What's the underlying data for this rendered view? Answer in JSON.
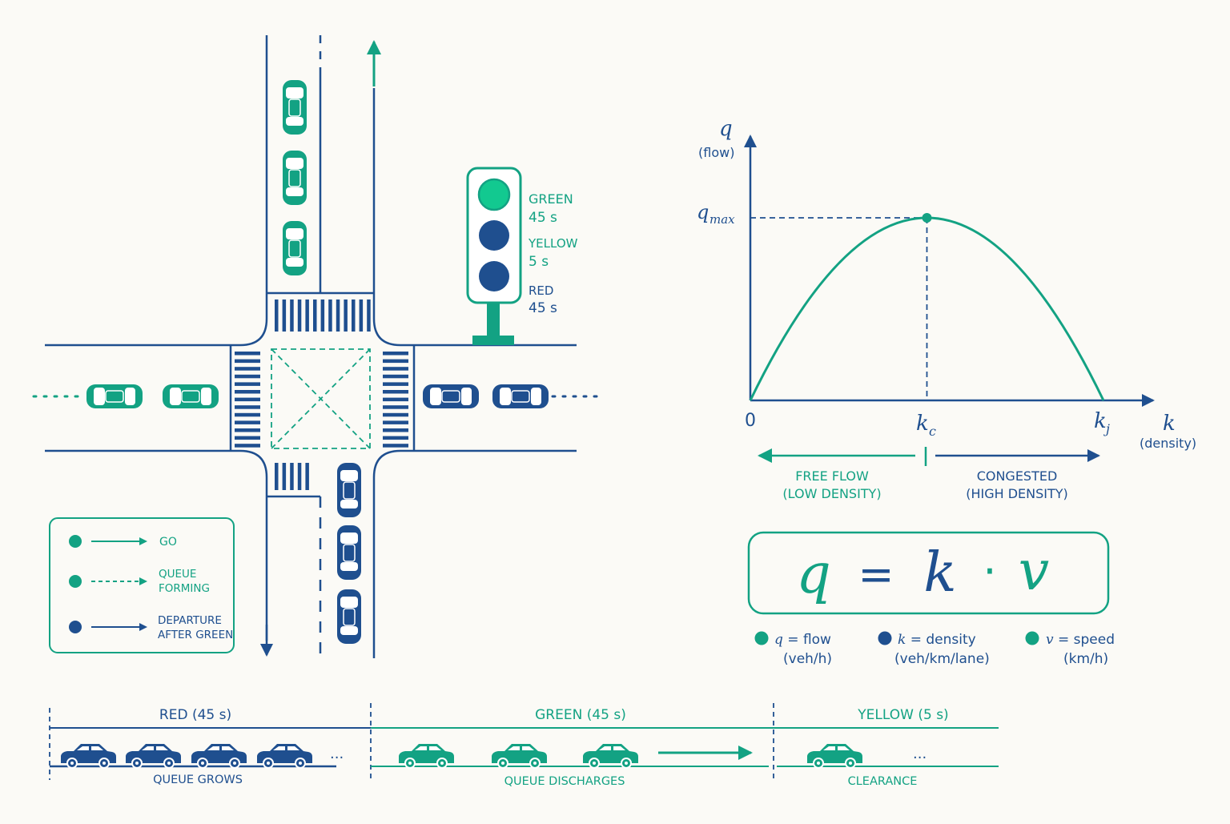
{
  "colors": {
    "green": "#13a283",
    "bright_green": "#12c990",
    "blue": "#1f4f8f",
    "bg": "#fbfaf6"
  },
  "signal": {
    "green_label": "GREEN",
    "green_time": "45 s",
    "yellow_label": "YELLOW",
    "yellow_time": "5 s",
    "red_label": "RED",
    "red_time": "45 s"
  },
  "legend": {
    "go": "GO",
    "queue_line1": "QUEUE",
    "queue_line2": "FORMING",
    "departure_line1": "DEPARTURE",
    "departure_line2": "AFTER GREEN"
  },
  "chart_data": {
    "type": "line",
    "y_symbol": "q",
    "y_label": "(flow)",
    "x_symbol": "k",
    "x_label": "(density)",
    "q_max_symbol": "q",
    "q_max_sub": "max",
    "origin": "0",
    "k_c_symbol": "k",
    "k_c_sub": "c",
    "k_j_symbol": "k",
    "k_j_sub": "j",
    "x": [
      0,
      0.1,
      0.2,
      0.3,
      0.4,
      0.5,
      0.6,
      0.7,
      0.8,
      0.9,
      1.0
    ],
    "values": [
      0,
      0.36,
      0.64,
      0.84,
      0.96,
      1.0,
      0.96,
      0.84,
      0.64,
      0.36,
      0
    ],
    "critical_point": {
      "x": 0.5,
      "y": 1.0
    },
    "free_flow_line1": "FREE FLOW",
    "free_flow_line2": "(LOW DENSITY)",
    "congested_line1": "CONGESTED",
    "congested_line2": "(HIGH DENSITY)"
  },
  "formula": {
    "q": "q",
    "eq": "=",
    "k": "k",
    "dot": "·",
    "v": "v"
  },
  "definitions": [
    {
      "symbol": "q",
      "text": " = flow",
      "unit": "(veh/h)"
    },
    {
      "symbol": "k",
      "text": " = density",
      "unit": "(veh/km/lane)"
    },
    {
      "symbol": "v",
      "text": " = speed",
      "unit": "(km/h)"
    }
  ],
  "timeline": {
    "red_phase": "RED (45 s)",
    "green_phase": "GREEN (45 s)",
    "yellow_phase": "YELLOW (5 s)",
    "red_caption": "QUEUE GROWS",
    "green_caption": "QUEUE DISCHARGES",
    "yellow_caption": "CLEARANCE",
    "ellipsis": "..."
  }
}
